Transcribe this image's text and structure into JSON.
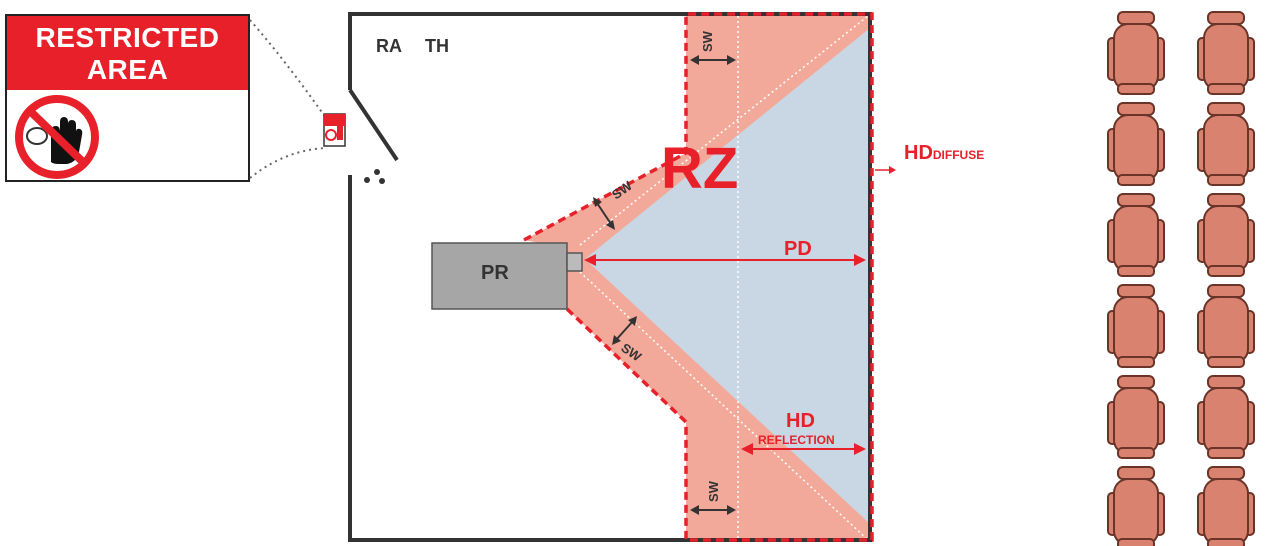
{
  "sign": {
    "title_line1": "RESTRICTED",
    "title_line2": "AREA",
    "icon": "no-entry-hand-icon"
  },
  "room": {
    "ra_label": "RA",
    "th_label": "TH"
  },
  "projector": {
    "label": "PR"
  },
  "zone": {
    "rz_label": "RZ",
    "sw_label": "SW",
    "pd_label": "PD",
    "hd_label": "HD",
    "hd_reflection_sub": "REFLECTION",
    "hd_diffuse_main": "HD",
    "hd_diffuse_sub": "DIFFUSE"
  },
  "seating": {
    "icon": "armchair-icon",
    "columns": 2,
    "rows": 6
  },
  "colors": {
    "zone_red": "#e8202a",
    "zone_fill": "#f3a99a",
    "beam_fill": "#c9d7e4",
    "projector_gray": "#a6a6a6",
    "chair_fill": "#d9826f",
    "chair_stroke": "#6b3428"
  }
}
